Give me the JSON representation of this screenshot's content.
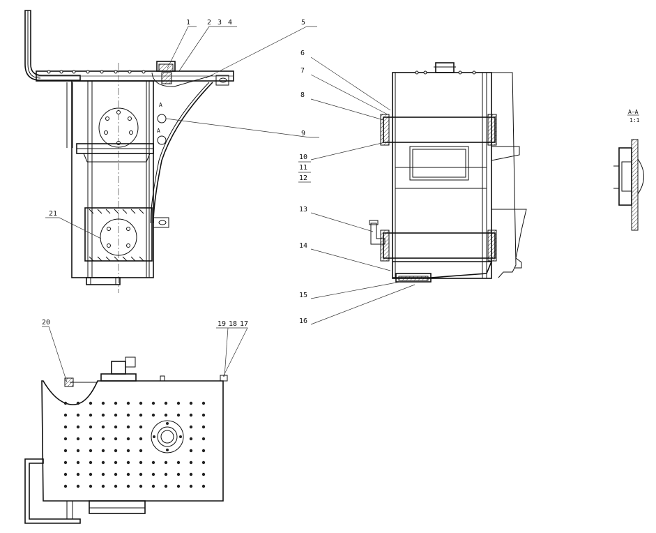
{
  "labels": {
    "n1": "1",
    "n2": "2",
    "n3": "3",
    "n4": "4",
    "n5": "5",
    "n6": "6",
    "n7": "7",
    "n8": "8",
    "n9": "9",
    "n10": "10",
    "n11": "11",
    "n12": "12",
    "n13": "13",
    "n14": "14",
    "n15": "15",
    "n16": "16",
    "n17": "17",
    "n18": "18",
    "n19": "19",
    "n20": "20",
    "n21": "21"
  },
  "section": {
    "title": "A–A",
    "scale": "1:1",
    "marker_a1": "A",
    "marker_a2": "A"
  }
}
